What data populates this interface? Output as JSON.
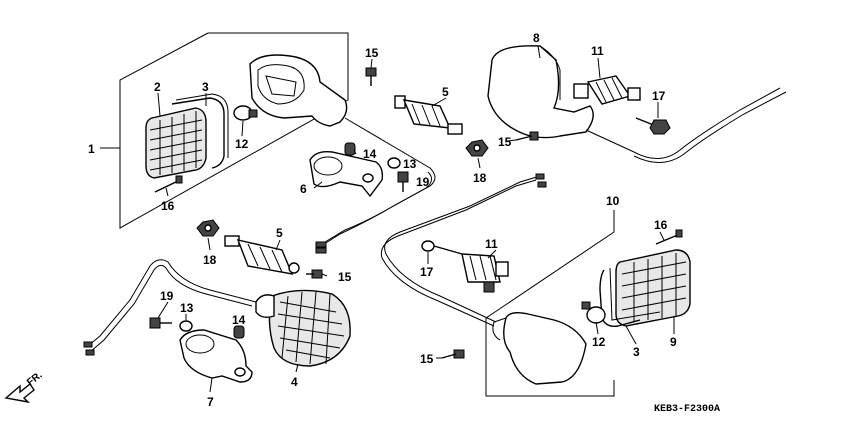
{
  "diagram": {
    "code": "KEB3-F2300A",
    "direction": "FR.",
    "labels": [
      "1",
      "2",
      "3",
      "12",
      "16",
      "15",
      "5",
      "13",
      "14",
      "6",
      "19",
      "18",
      "8",
      "11",
      "17",
      "15",
      "18",
      "5",
      "15",
      "19",
      "13",
      "14",
      "7",
      "4",
      "11",
      "17",
      "10",
      "16",
      "15",
      "12",
      "3",
      "9"
    ]
  }
}
